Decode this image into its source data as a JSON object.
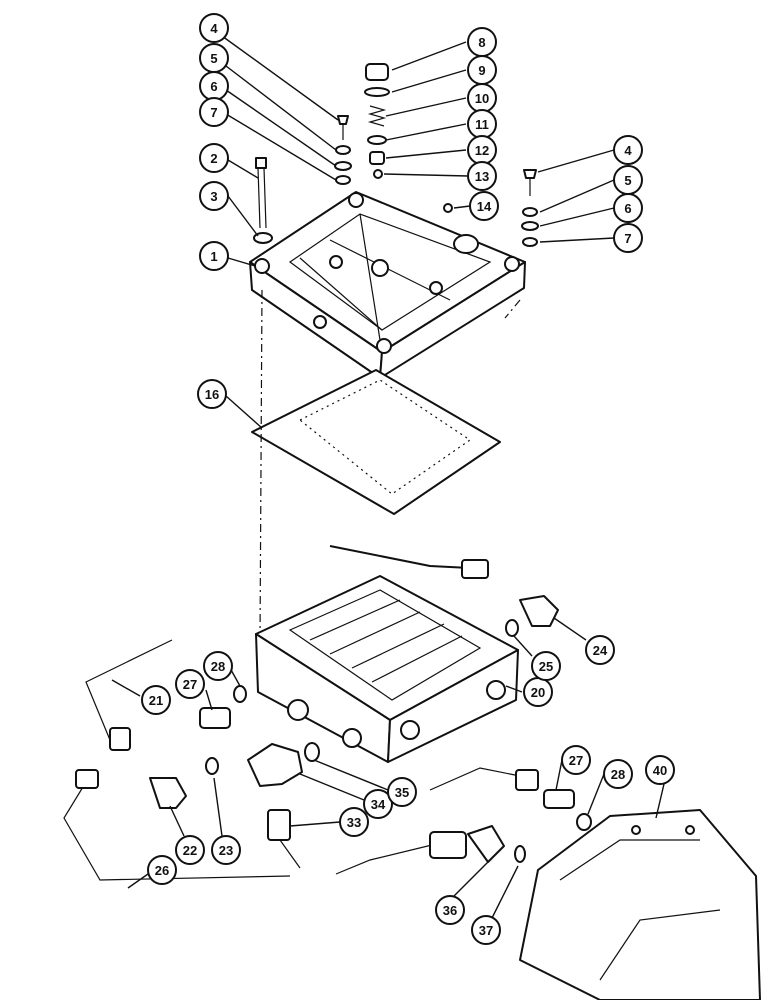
{
  "callouts": [
    "1",
    "2",
    "3",
    "4",
    "5",
    "6",
    "7",
    "8",
    "9",
    "10",
    "11",
    "12",
    "13",
    "4",
    "5",
    "6",
    "7",
    "14",
    "16",
    "20",
    "21",
    "22",
    "23",
    "24",
    "25",
    "26",
    "27",
    "28",
    "33",
    "34",
    "35",
    "27",
    "28",
    "36",
    "37",
    "40"
  ]
}
